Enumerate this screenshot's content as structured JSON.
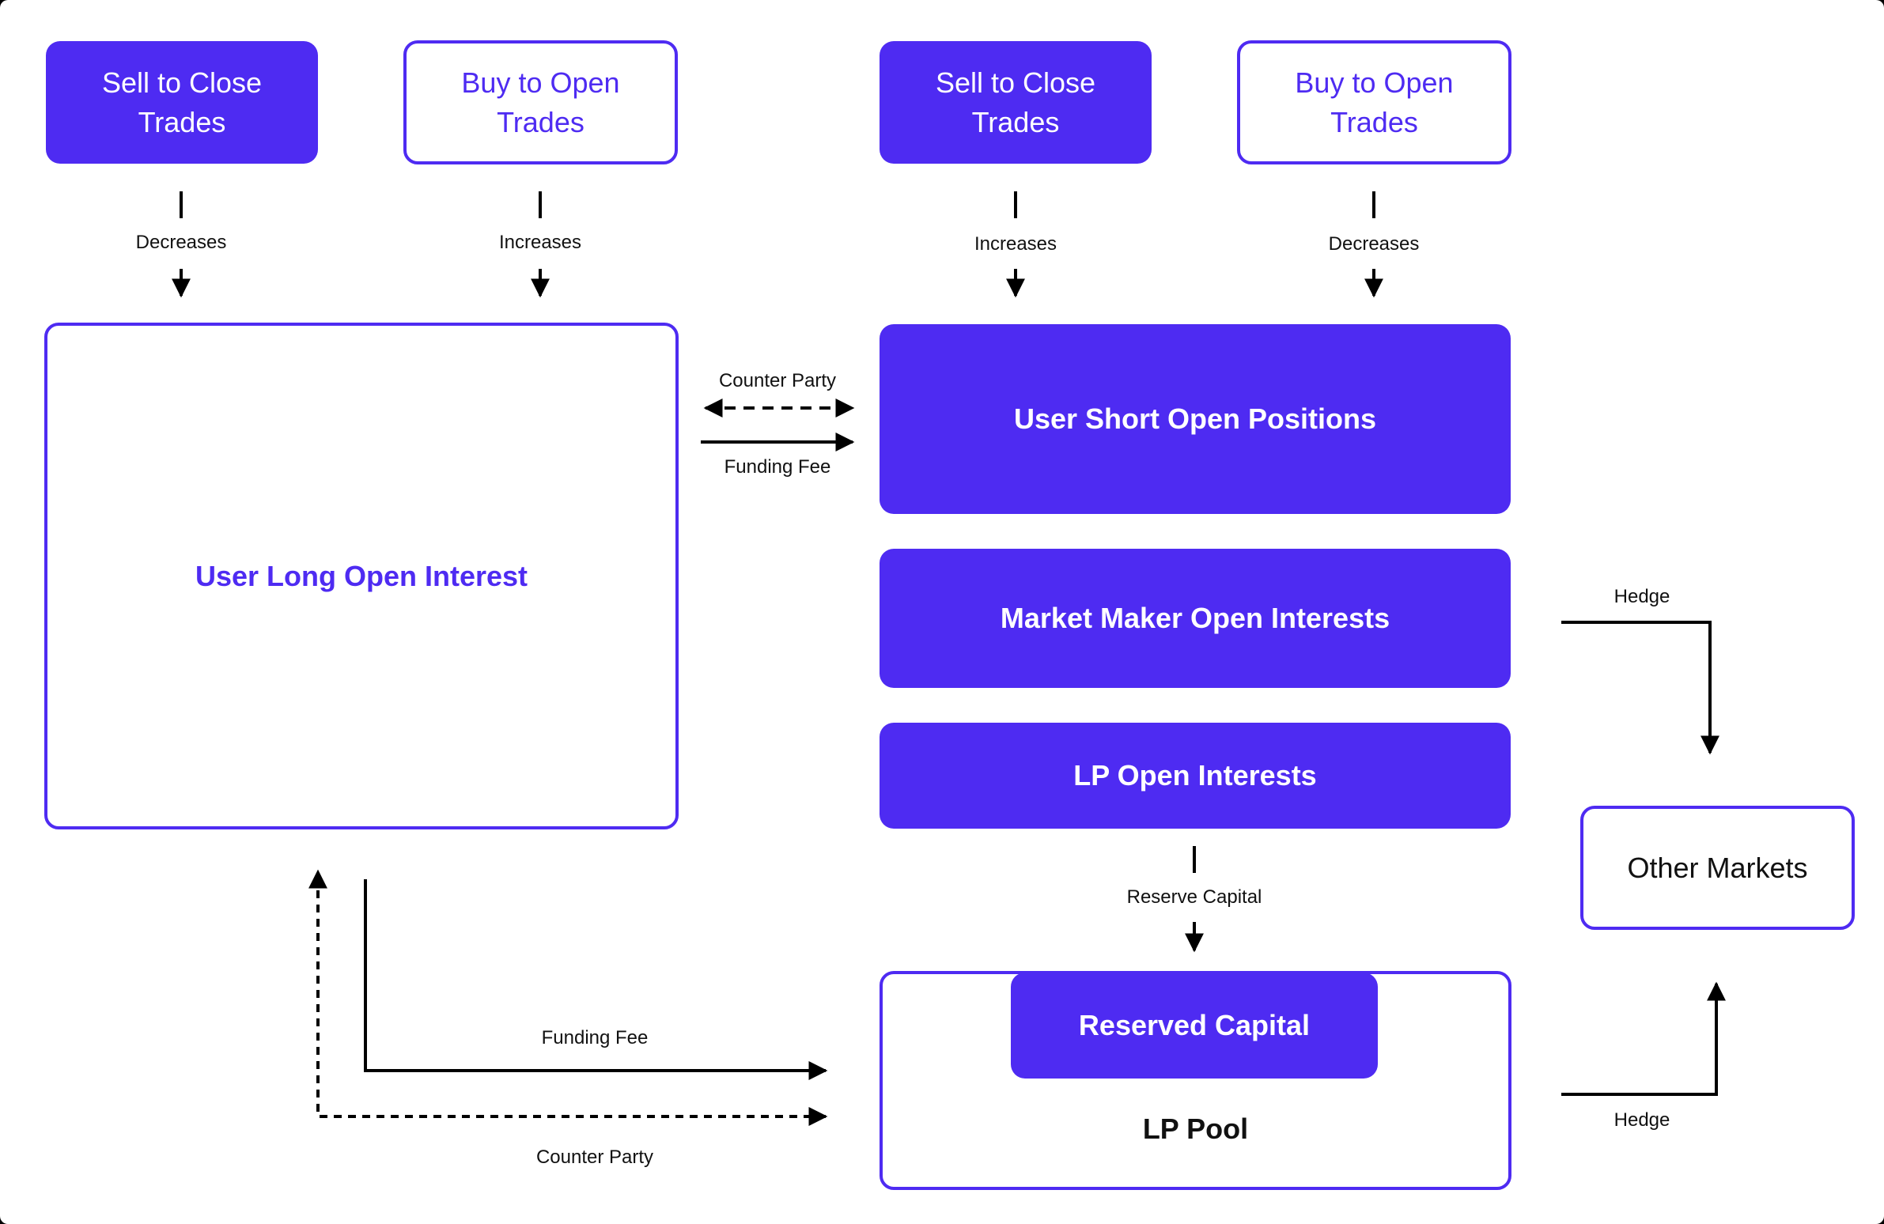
{
  "trades": {
    "left_sell": "Sell to Close Trades",
    "left_buy": "Buy to Open Trades",
    "right_sell": "Sell to Close Trades",
    "right_buy": "Buy to Open Trades"
  },
  "effects": {
    "left_sell": "Decreases",
    "left_buy": "Increases",
    "right_sell": "Increases",
    "right_buy": "Decreases"
  },
  "boxes": {
    "user_long": "User Long Open Interest",
    "user_short": "User Short Open Positions",
    "market_maker": "Market Maker Open Interests",
    "lp_open": "LP Open Interests",
    "reserved_capital": "Reserved Capital",
    "lp_pool": "LP Pool",
    "other_markets": "Other Markets"
  },
  "flows": {
    "counter_party_top": "Counter Party",
    "funding_fee_top": "Funding Fee",
    "reserve_capital": "Reserve Capital",
    "funding_fee_bottom": "Funding Fee",
    "counter_party_bottom": "Counter Party",
    "hedge_top": "Hedge",
    "hedge_bottom": "Hedge"
  },
  "colors": {
    "accent": "#4e2bf2",
    "background": "#ffffff",
    "line": "#000000"
  }
}
